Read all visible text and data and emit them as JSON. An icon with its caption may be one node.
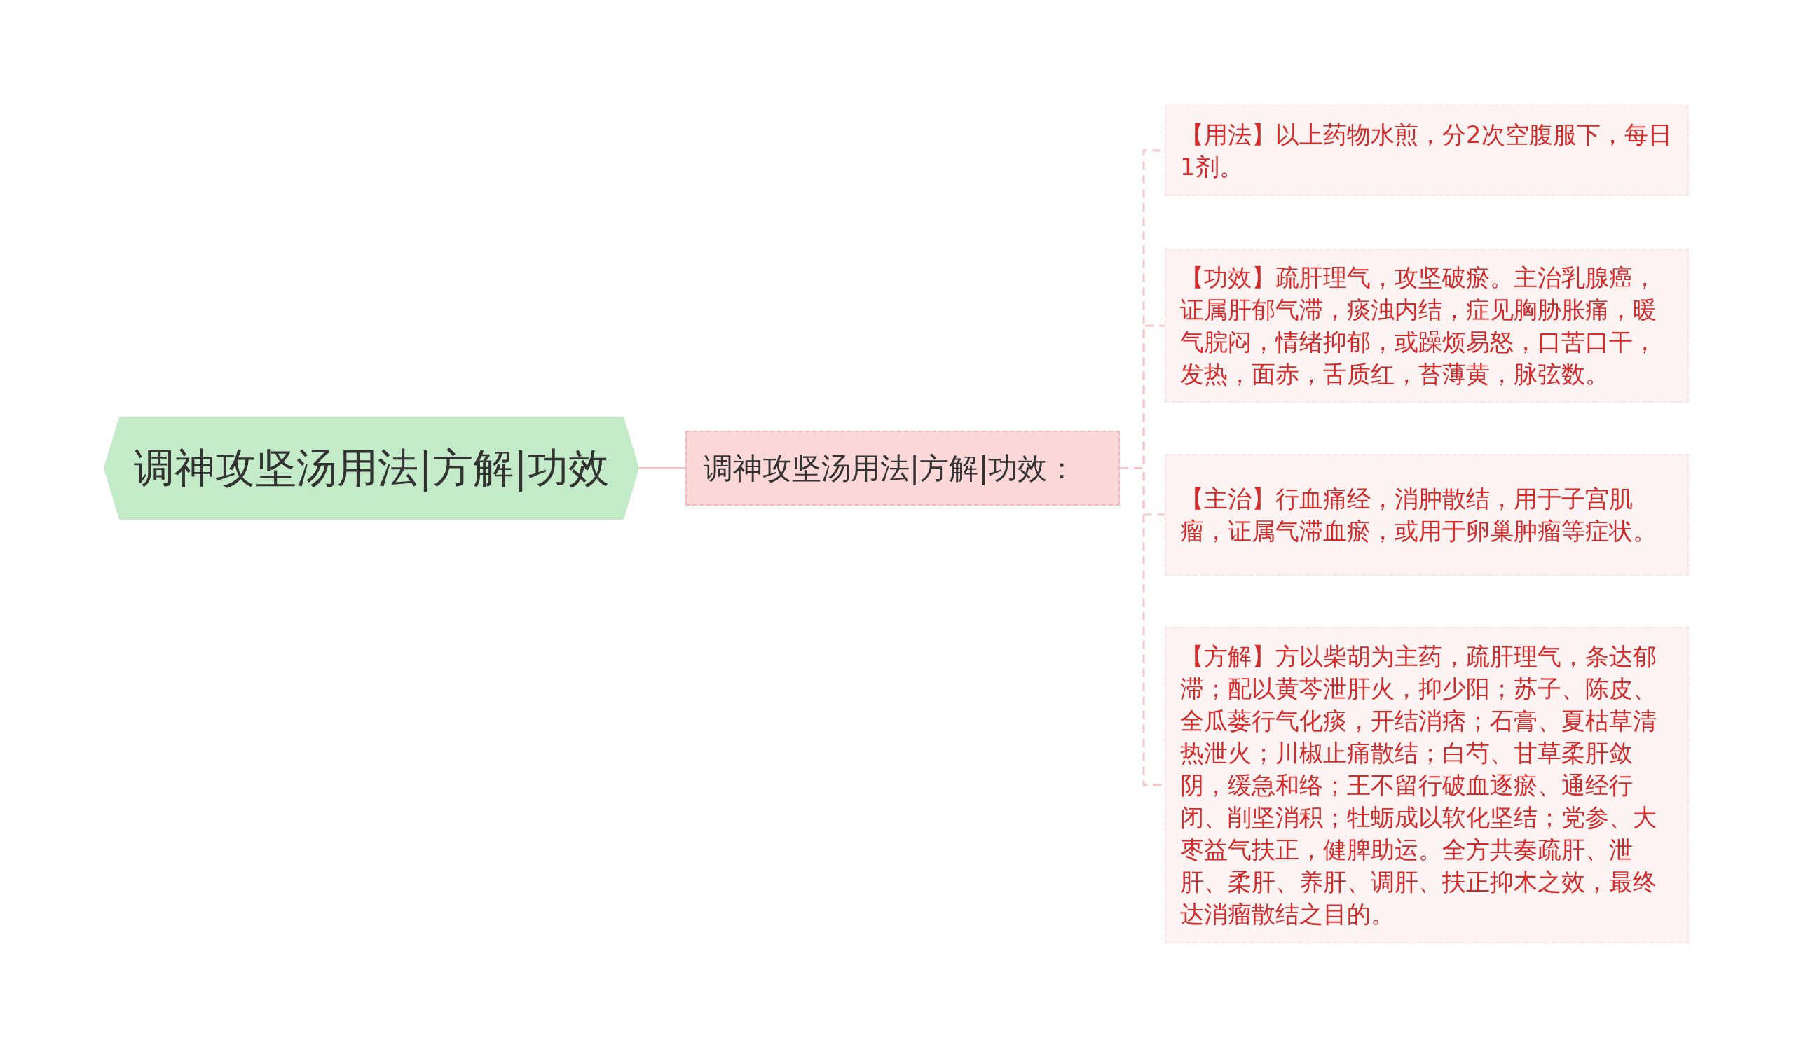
{
  "diagram": {
    "nodes": [
      {
        "text": [
          "调神攻坚汤用法|方解|功效"
        ]
      },
      {
        "text": [
          "调神攻坚汤用法|方解|功效："
        ]
      },
      {
        "text": [
          "【用法】以上药物水煎，分2次空腹服下，每日1剂。"
        ]
      },
      {
        "text": [
          "【功效】疏肝理气，攻坚破瘀。主治乳腺癌，证属肝郁气滞，痰浊内结，症见胸胁胀痛，暖气脘闷，情绪抑郁，或躁烦易怒，口苦口干，发热，面赤，舌质红，苔薄黄，脉弦数。"
        ]
      },
      {
        "text": [
          "【主治】行血痛经，消肿散结，用于子宫肌瘤，证属气滞血瘀，或用于卵巢肿瘤等症状。"
        ]
      },
      {
        "text": [
          "【方解】方以柴胡为主药，疏肝理气，条达郁滞；配以黄芩泄肝火，抑少阳；苏子、陈皮、全瓜蒌行气化痰，开结消痞；石膏、夏枯草清热泄火；川椒止痛散结；白芍、甘草柔肝敛阴，缓急和络；王不留行破血逐瘀、通经行闭、削坚消积；牡蛎成以软化坚结；党参、大枣益气扶正，健脾助运。全方共奏疏肝、泄肝、柔肝、养肝、调肝、扶正抑木之效，最终达消瘤散结之目的。"
        ]
      }
    ],
    "edges": [
      {
        "from": 0,
        "to": 1,
        "arrow": "none"
      },
      {
        "from": 1,
        "to": 2,
        "arrow": "none",
        "style": "dashed"
      },
      {
        "from": 1,
        "to": 3,
        "arrow": "none",
        "style": "dashed"
      },
      {
        "from": 1,
        "to": 4,
        "arrow": "none",
        "style": "dashed"
      },
      {
        "from": 1,
        "to": 5,
        "arrow": "none",
        "style": "dashed"
      }
    ]
  }
}
